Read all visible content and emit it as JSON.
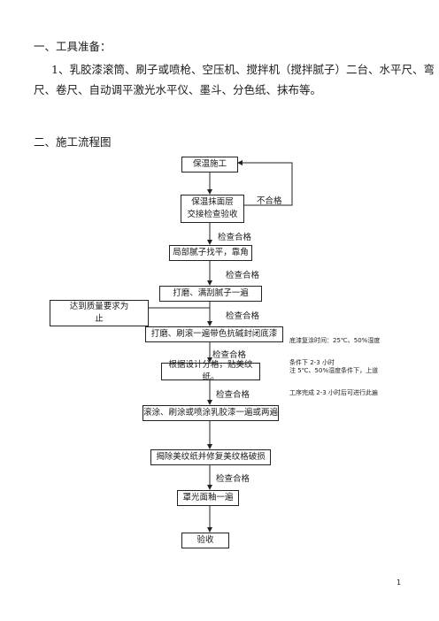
{
  "section1": {
    "title": "一、工具准备：",
    "line1": "1、乳胶漆滚筒、刷子或喷枪、空压机、搅拌机（搅拌腻子）二台、水平尺、弯",
    "line2": "尺、卷尺、自动调平激光水平仪、墨斗、分色纸、抹布等。"
  },
  "section2": {
    "title": "二、施工流程图"
  },
  "flow": {
    "steps": [
      "保温施工",
      "保温抹面层",
      "交接检查验收",
      "局部腻子找平，靠角",
      "打磨、满刮腻子一遍",
      "打磨、刷滚一遍带色抗碱封闭底漆",
      "根据设计分格，贴美纹纸。",
      "滚涂、刷涂或喷涂乳胶漆一遍或两遍",
      "揭除美纹纸并修复美纹格破损",
      "罩光面釉一遍",
      "验收"
    ],
    "side_box_line1": "达到质量要求为",
    "side_box_line2": "止",
    "fail_label": "不合格",
    "pass_label": "检查合格"
  },
  "notes": {
    "n1": "底漆复涂时间：25℃、50%湿度",
    "n2a": "条件下 2-3 小时",
    "n2b": "注  5℃、50%湿度条件下，上道",
    "n3": "工序完成 2-3 小时后可进行此遍"
  },
  "page_number": "1"
}
